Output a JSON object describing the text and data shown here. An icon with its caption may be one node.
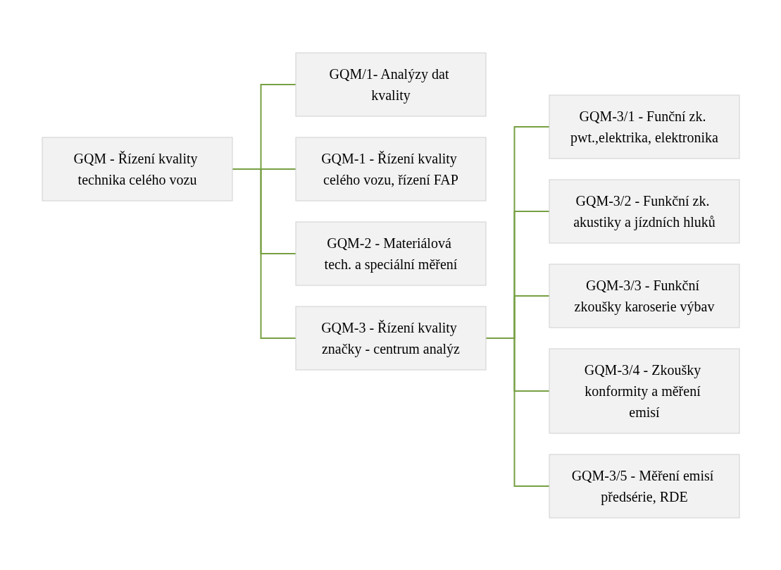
{
  "diagram": {
    "nodes": [
      {
        "text": [
          "GQM - Řízení kvality technika celého vozu"
        ]
      },
      {
        "text": [
          "GQM/1- Analýzy dat kvality"
        ]
      },
      {
        "text": [
          "GQM-1 - Řízení kvality celého vozu, řízení FAP"
        ]
      },
      {
        "text": [
          "GQM-2 - Materiálová tech. a speciální měření"
        ]
      },
      {
        "text": [
          "GQM-3 - Řízení kvality značky - centrum analýz"
        ]
      },
      {
        "text": [
          "GQM-3/1 - Funční zk. pwt.,elektrika, elektronika"
        ]
      },
      {
        "text": [
          "GQM-3/2 - Funkční zk. akustiky a jízdních hluků"
        ]
      },
      {
        "text": [
          "GQM-3/3 - Funkční zkoušky karoserie výbav"
        ]
      },
      {
        "text": [
          "GQM-3/4 - Zkoušky konformity a měření emisí"
        ]
      },
      {
        "text": [
          "GQM-3/5 - Měření emisí předsérie, RDE"
        ]
      }
    ],
    "edges": [
      {
        "from": 0,
        "to": 1,
        "arrow": "none"
      },
      {
        "from": 0,
        "to": 2,
        "arrow": "none"
      },
      {
        "from": 0,
        "to": 3,
        "arrow": "none"
      },
      {
        "from": 0,
        "to": 4,
        "arrow": "none"
      },
      {
        "from": 4,
        "to": 5,
        "arrow": "none"
      },
      {
        "from": 4,
        "to": 6,
        "arrow": "none"
      },
      {
        "from": 4,
        "to": 7,
        "arrow": "none"
      },
      {
        "from": 4,
        "to": 8,
        "arrow": "none"
      },
      {
        "from": 4,
        "to": 9,
        "arrow": "none"
      }
    ]
  }
}
